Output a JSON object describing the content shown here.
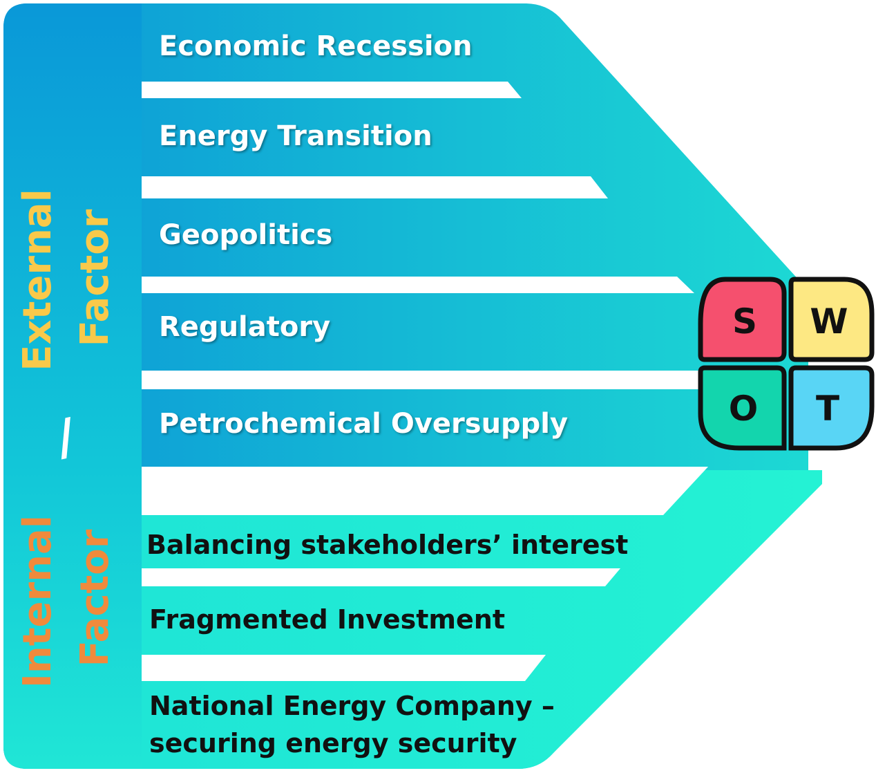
{
  "external_factor": {
    "title_line1": "External",
    "title_line2": "Factor",
    "items": [
      "Economic Recession",
      "Energy Transition",
      "Geopolitics",
      "Regulatory",
      "Petrochemical Oversupply"
    ]
  },
  "separator": "/",
  "internal_factor": {
    "title_line1": "Internal",
    "title_line2": "Factor",
    "items": [
      "Balancing stakeholders’ interest",
      "Fragmented Investment",
      "National Energy Company –",
      "securing energy security"
    ]
  },
  "swot": {
    "s": "S",
    "w": "W",
    "o": "O",
    "t": "T"
  },
  "colors": {
    "external_dark": "#0a9fd6",
    "external_light": "#1bd8d4",
    "internal": "#22efd6",
    "external_title": "#f9c94a",
    "internal_title": "#f08a3c",
    "swot_s": "#f5506e",
    "swot_w": "#fde883",
    "swot_o": "#13d5ad",
    "swot_t": "#59d5f5"
  }
}
